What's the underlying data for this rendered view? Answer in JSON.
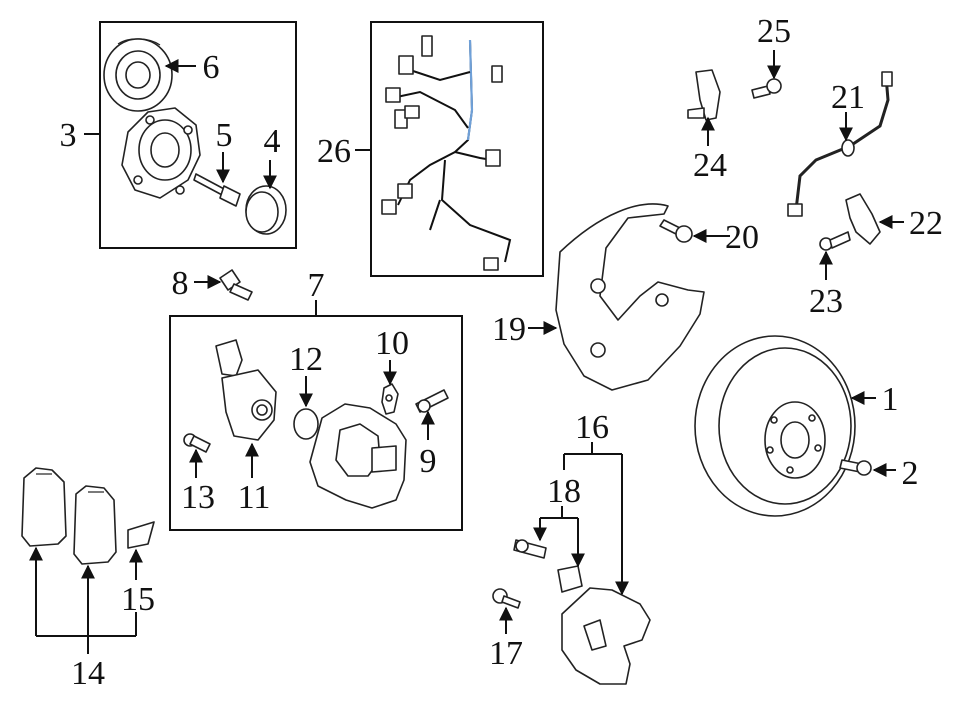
{
  "colors": {
    "line": "#111111",
    "highlight": "#6fa0d8",
    "background": "#ffffff"
  },
  "callouts": {
    "c1": "1",
    "c2": "2",
    "c3": "3",
    "c4": "4",
    "c5": "5",
    "c6": "6",
    "c7": "7",
    "c8": "8",
    "c9": "9",
    "c10": "10",
    "c11": "11",
    "c12": "12",
    "c13": "13",
    "c14": "14",
    "c15": "15",
    "c16": "16",
    "c17": "17",
    "c18": "18",
    "c19": "19",
    "c20": "20",
    "c21": "21",
    "c22": "22",
    "c23": "23",
    "c24": "24",
    "c25": "25",
    "c26": "26"
  }
}
